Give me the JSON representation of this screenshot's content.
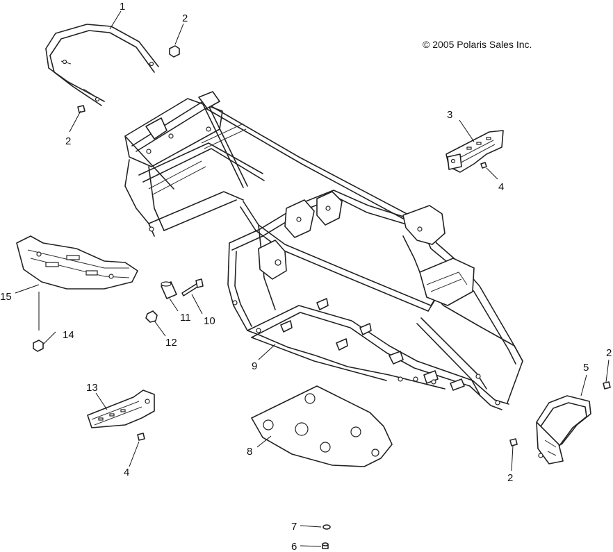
{
  "copyright": "© 2005 Polaris Sales Inc.",
  "callouts": [
    "1",
    "2",
    "2",
    "3",
    "4",
    "15",
    "11",
    "10",
    "12",
    "14",
    "9",
    "2",
    "5",
    "13",
    "8",
    "4",
    "2",
    "7",
    "6"
  ]
}
